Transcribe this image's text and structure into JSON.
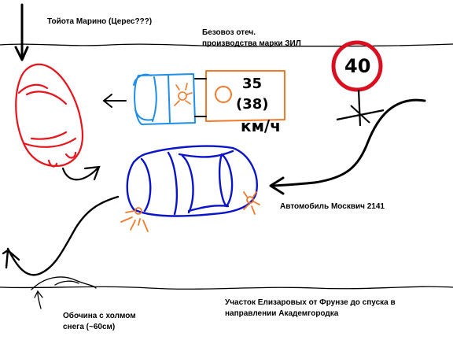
{
  "labels": {
    "toyota": "Тойота Марино (Церес???)",
    "zil_line1": "Безовоз отеч.",
    "zil_line2": "производства марки ЗИЛ",
    "moskvich": "Автомобиль Москвич 2141",
    "shoulder_line1": "Обочина с холмом",
    "shoulder_line2": "снега (~60см)",
    "section_line1": "Участок Елизаровых от Фрунзе до спуска в",
    "section_line2": "направлении Академгородка"
  },
  "truck": {
    "speed": "35",
    "speed_alt": "(38)",
    "unit": "км/ч"
  },
  "sign": {
    "limit": "40"
  },
  "colors": {
    "road_line": "#000000",
    "toyota": "#e8141c",
    "zil_cab": "#1e8ee8",
    "zil_body": "#f07a2a",
    "moskvich": "#0a14c8",
    "hazard": "#f07a2a",
    "sign_red": "#d81020"
  }
}
